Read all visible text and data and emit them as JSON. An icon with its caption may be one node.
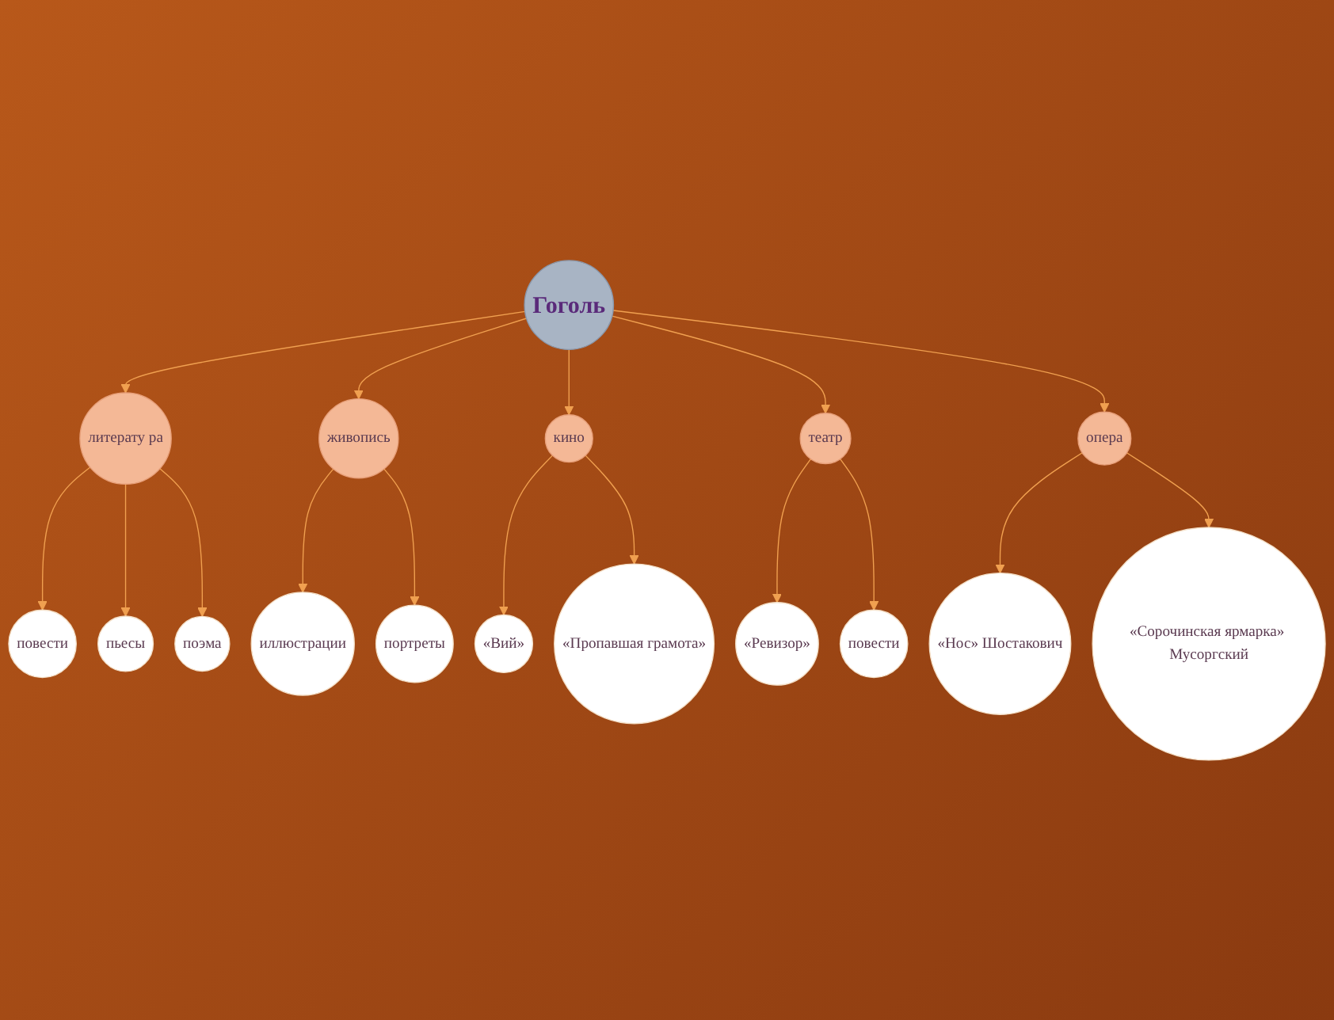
{
  "diagram": {
    "nodes": [
      {
        "text": [
          "повести"
        ]
      },
      {
        "text": [
          "пьесы"
        ]
      },
      {
        "text": [
          "поэма"
        ]
      },
      {
        "text": [
          "иллюстрации"
        ]
      },
      {
        "text": [
          "литерату ра"
        ]
      },
      {
        "text": [
          "«Вий»"
        ]
      },
      {
        "text": [
          "портреты"
        ]
      },
      {
        "text": [
          "живопись"
        ]
      },
      {
        "text": [
          "Гоголь"
        ]
      },
      {
        "text": [
          "кино"
        ]
      },
      {
        "text": [
          "«Пропавшая грамота»"
        ]
      },
      {
        "text": [
          "театр"
        ]
      },
      {
        "text": [
          "опера"
        ]
      },
      {
        "text": [
          "«Ревизор»"
        ]
      },
      {
        "text": [
          "«Нос» Шостакович"
        ]
      },
      {
        "text": [
          "повести"
        ]
      },
      {
        "text": [
          "«Сорочинская ярмарка» Мусоргский"
        ]
      }
    ],
    "edges": [
      {
        "from": 8,
        "to": 4,
        "arrow": "to"
      },
      {
        "from": 8,
        "to": 7,
        "arrow": "to"
      },
      {
        "from": 8,
        "to": 9,
        "arrow": "to"
      },
      {
        "from": 8,
        "to": 11,
        "arrow": "to"
      },
      {
        "from": 8,
        "to": 12,
        "arrow": "to"
      },
      {
        "from": 4,
        "to": 0,
        "arrow": "to"
      },
      {
        "from": 4,
        "to": 1,
        "arrow": "to"
      },
      {
        "from": 4,
        "to": 2,
        "arrow": "to"
      },
      {
        "from": 7,
        "to": 3,
        "arrow": "to"
      },
      {
        "from": 7,
        "to": 6,
        "arrow": "to"
      },
      {
        "from": 9,
        "to": 5,
        "arrow": "to"
      },
      {
        "from": 9,
        "to": 10,
        "arrow": "to"
      },
      {
        "from": 11,
        "to": 13,
        "arrow": "to"
      },
      {
        "from": 11,
        "to": 15,
        "arrow": "to"
      },
      {
        "from": 12,
        "to": 14,
        "arrow": "to"
      },
      {
        "from": 12,
        "to": 16,
        "arrow": "to"
      }
    ]
  }
}
